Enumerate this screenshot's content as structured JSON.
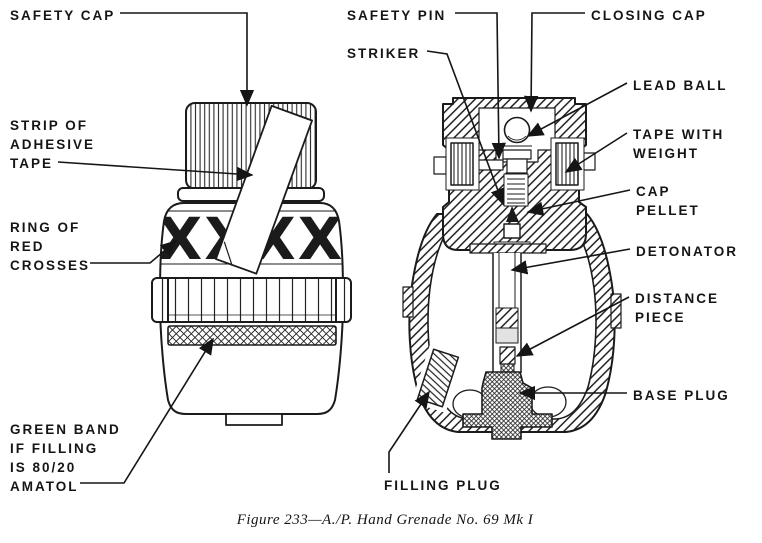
{
  "figure": {
    "caption": "Figure 233—A./P. Hand Grenade No. 69 Mk I"
  },
  "labels": {
    "safety_cap": "SAFETY CAP",
    "strip_of_adhesive_tape": "STRIP OF\nADHESIVE\nTAPE",
    "ring_of_red_crosses": "RING OF\nRED\nCROSSES",
    "green_band": "GREEN BAND\nIF FILLING\nIS 80/20\nAMATOL",
    "safety_pin": "SAFETY PIN",
    "striker": "STRIKER",
    "closing_cap": "CLOSING CAP",
    "lead_ball": "LEAD BALL",
    "tape_with_weight": "TAPE WITH\nWEIGHT",
    "cap_pellet": "CAP\nPELLET",
    "detonator": "DETONATOR",
    "distance_piece": "DISTANCE\nPIECE",
    "base_plug": "BASE PLUG",
    "filling_plug": "FILLING PLUG"
  },
  "colors": {
    "ink": "#1b1b1b",
    "paper": "#ffffff"
  }
}
